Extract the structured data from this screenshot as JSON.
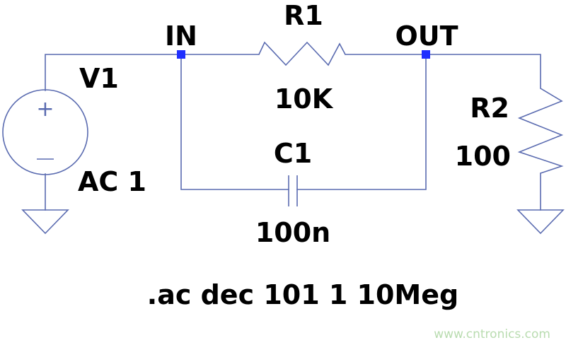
{
  "labels": {
    "in": "IN",
    "out": "OUT",
    "r1_name": "R1",
    "r1_value": "10K",
    "c1_name": "C1",
    "c1_value": "100n",
    "v1_name": "V1",
    "v1_value": "AC 1",
    "r2_name": "R2",
    "r2_value": "100",
    "directive": ".ac dec 101 1 10Meg",
    "plus": "+",
    "minus": "−"
  },
  "watermark": "www.cntronics.com",
  "colors": {
    "wire": "#5a6bb0",
    "node": "#1f2fff",
    "text": "#000000",
    "watermark": "#b9dcb0"
  }
}
